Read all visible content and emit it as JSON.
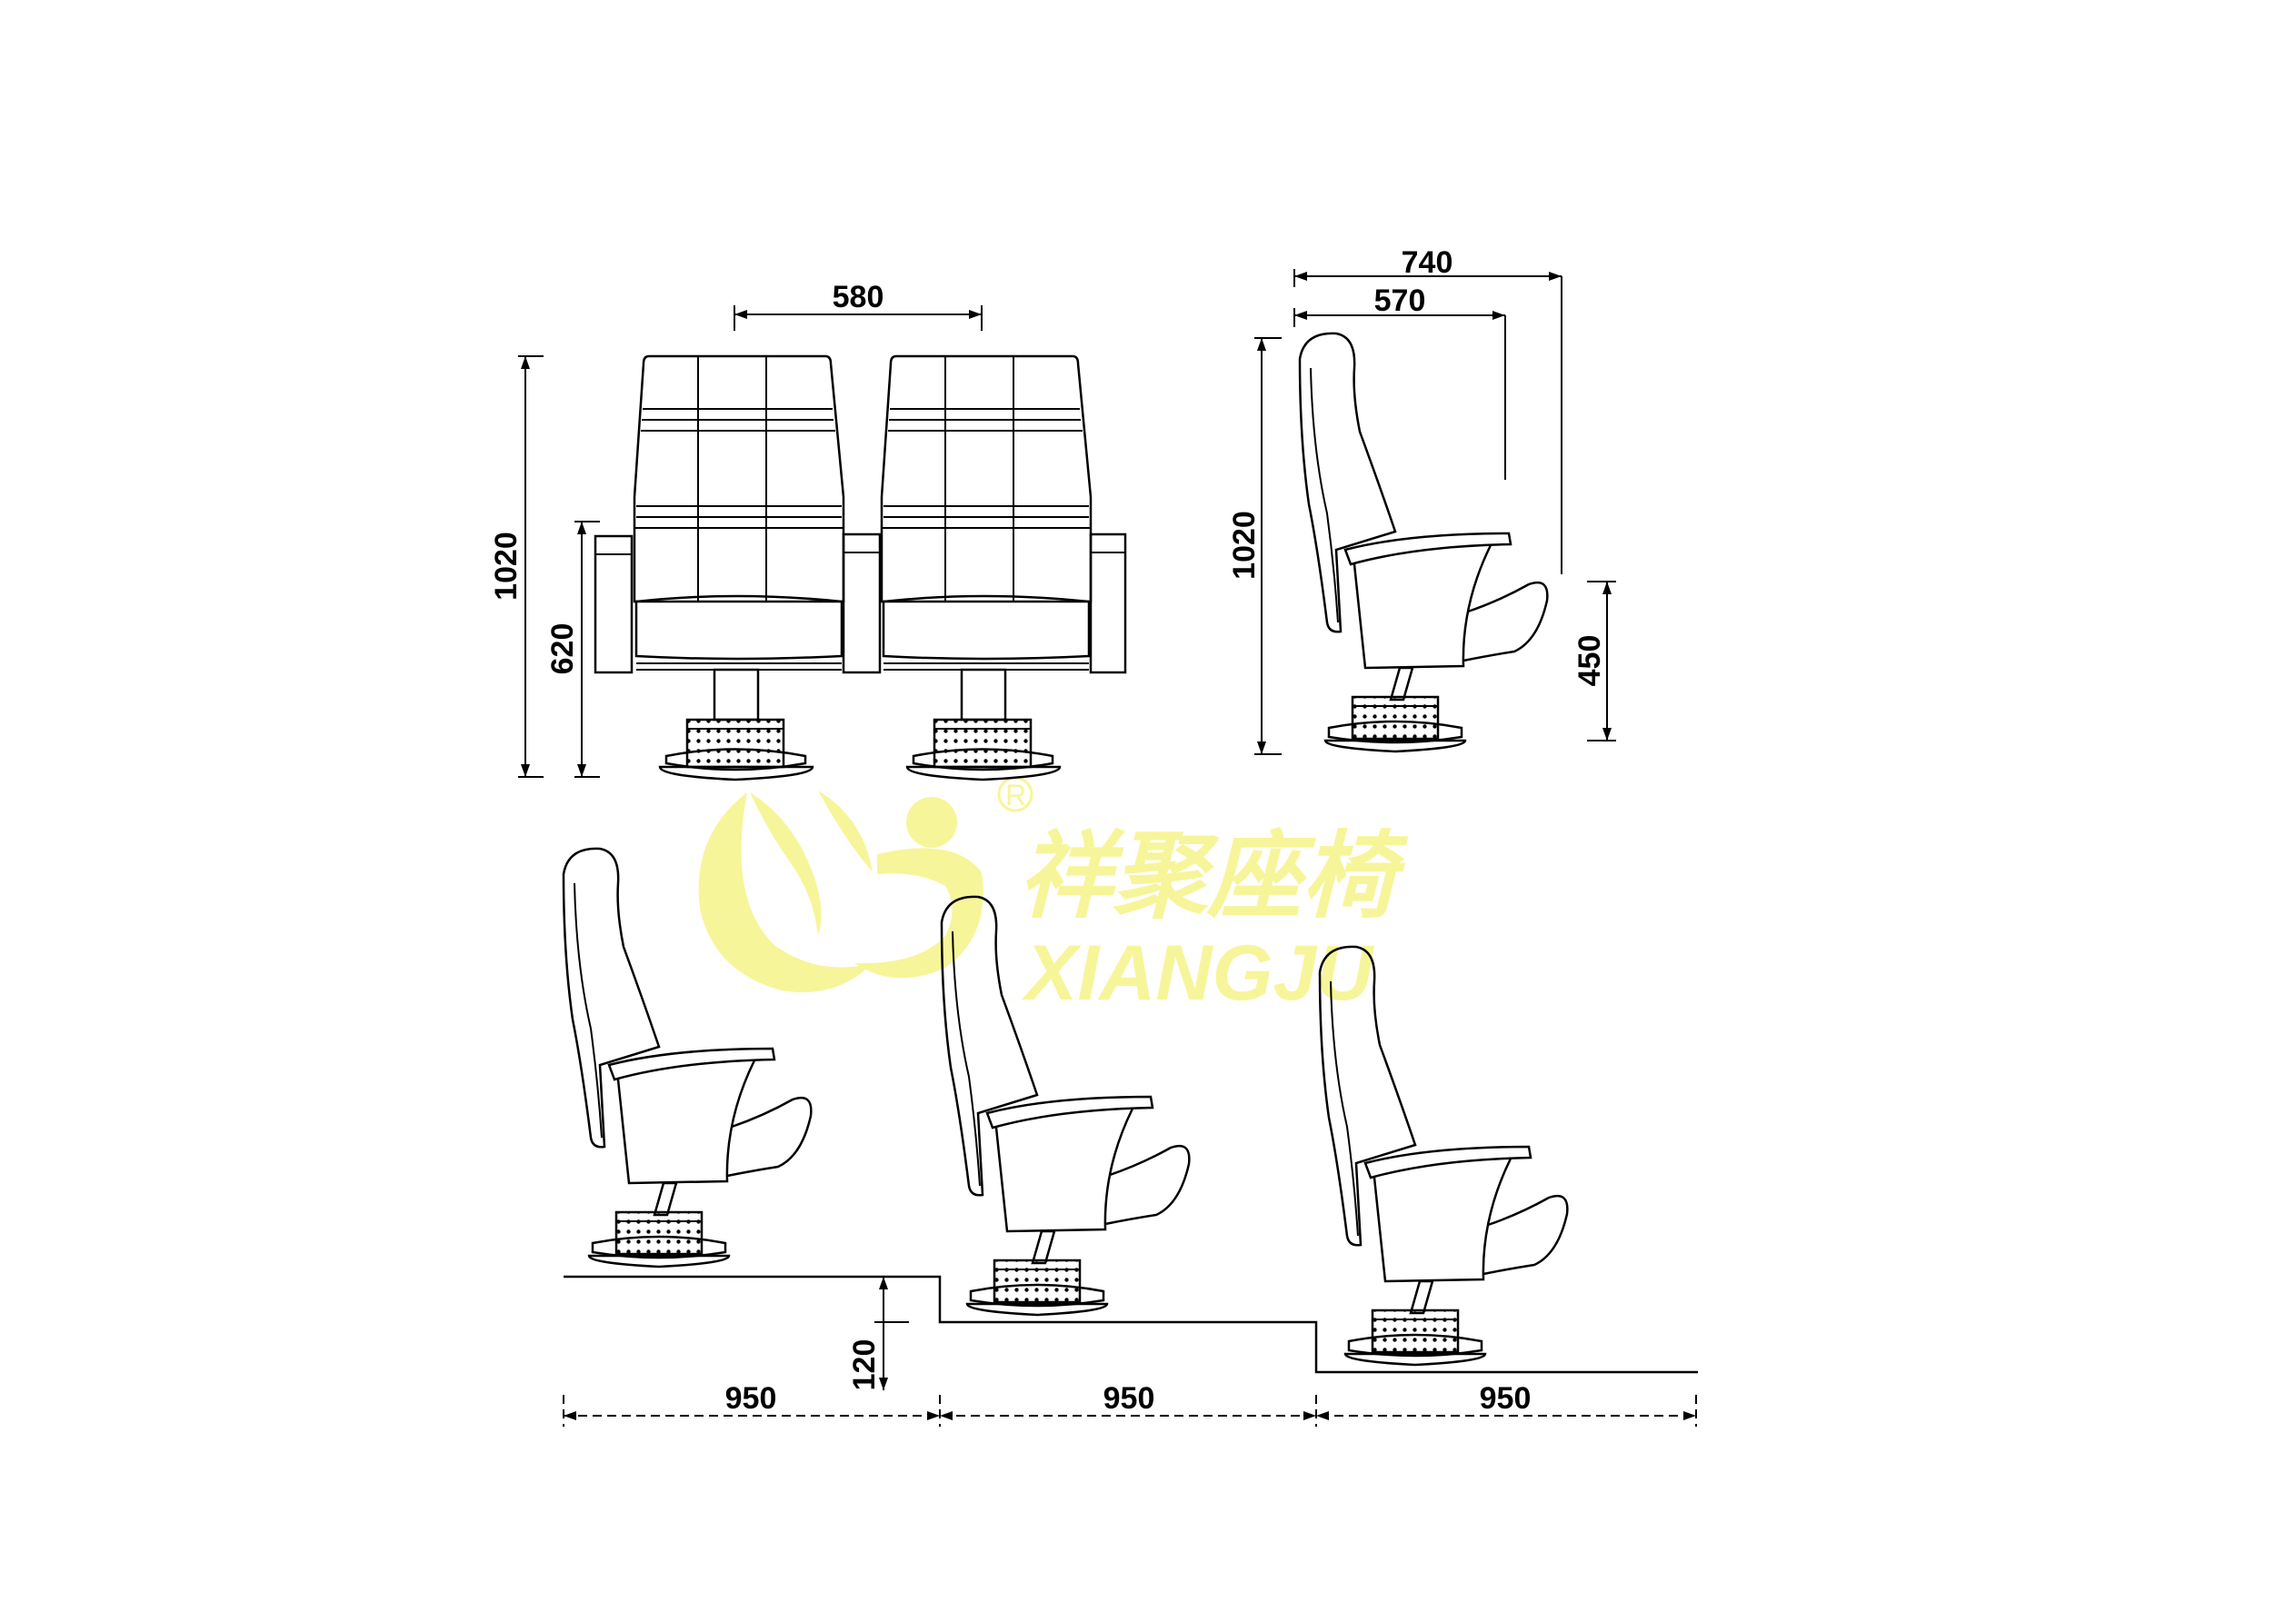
{
  "front_view": {
    "seat_pitch_label": "580",
    "total_height_label": "1020",
    "armrest_height_label": "620"
  },
  "side_view": {
    "depth_label": "740",
    "seat_depth_label": "570",
    "total_height_label": "1020",
    "seat_height_label": "450"
  },
  "rows_view": {
    "riser_height_label": "120",
    "row_spacing_labels": [
      "950",
      "950",
      "950"
    ]
  },
  "watermark": {
    "brand_cn": "祥聚座椅",
    "brand_en": "XIANGJU",
    "registered_mark": "R",
    "color": "#f7f59a"
  }
}
